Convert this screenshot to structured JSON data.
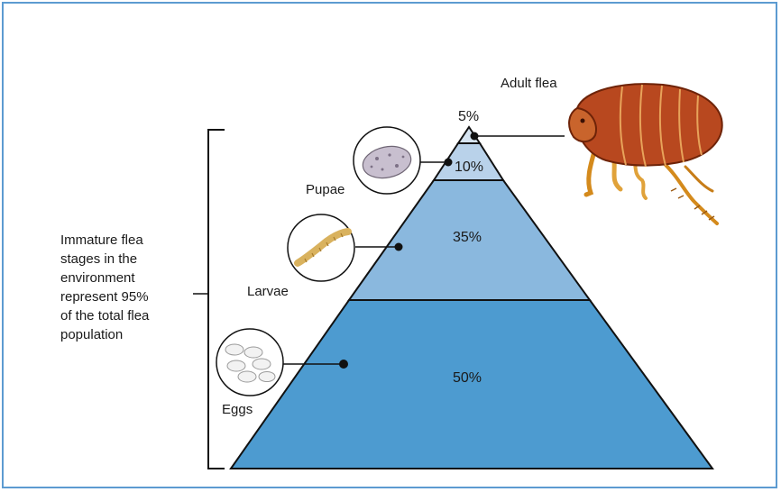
{
  "diagram": {
    "colors": {
      "frame": "#5c9bd1",
      "tier_top": "#d6e4f1",
      "tier_pupae": "#b9d2ea",
      "tier_larvae": "#8ab8de",
      "tier_eggs": "#4d9bd0",
      "outline": "#111111"
    },
    "tiers": {
      "adult": {
        "pct": "5%"
      },
      "pupae": {
        "pct": "10%"
      },
      "larvae": {
        "pct": "35%"
      },
      "eggs": {
        "pct": "50%"
      }
    },
    "labels": {
      "adult": "Adult flea",
      "pupae": "Pupae",
      "larvae": "Larvae",
      "eggs": "Eggs"
    },
    "brace_text": [
      "Immature flea",
      "stages in the",
      "environment",
      "represent 95%",
      "of the total flea",
      "population"
    ],
    "icons": {
      "adult": "flea-icon",
      "pupae": "pupa-icon",
      "larvae": "larva-icon",
      "eggs": "eggs-icon"
    }
  }
}
